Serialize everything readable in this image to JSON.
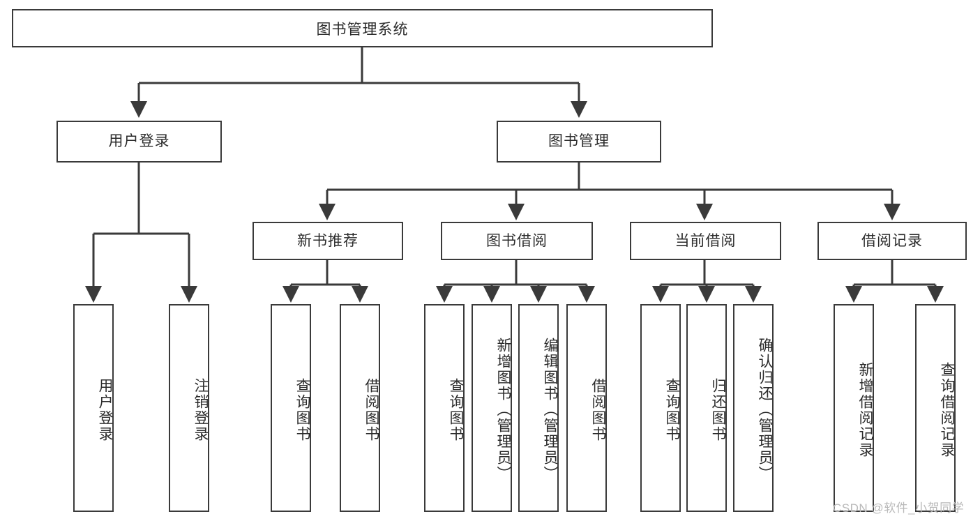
{
  "diagram": {
    "title": "图书管理系统",
    "type": "tree",
    "watermark": "CSDN @软件_小贺同学",
    "colors": {
      "box_border": "#3a3a3a",
      "box_fill": "#ffffff",
      "edge": "#3a3a3a",
      "text": "#2b2b2b",
      "watermark": "#b9b9b9"
    },
    "root": {
      "label": "图书管理系统"
    },
    "level2": [
      {
        "label": "用户登录"
      },
      {
        "label": "图书管理"
      }
    ],
    "level3": [
      {
        "label": "新书推荐"
      },
      {
        "label": "图书借阅"
      },
      {
        "label": "当前借阅"
      },
      {
        "label": "借阅记录"
      }
    ],
    "leaves": {
      "user_login": [
        {
          "label": "用户登录"
        },
        {
          "label": "注销登录"
        }
      ],
      "new_book_recommend": [
        {
          "label": "查询图书"
        },
        {
          "label": "借阅图书"
        }
      ],
      "book_borrow": [
        {
          "label": "查询图书"
        },
        {
          "label": "新增图书（管理员）"
        },
        {
          "label": "编辑图书（管理员）"
        },
        {
          "label": "借阅图书"
        }
      ],
      "current_borrow": [
        {
          "label": "查询图书"
        },
        {
          "label": "归还图书"
        },
        {
          "label": "确认归还（管理员）"
        }
      ],
      "borrow_record": [
        {
          "label": "新增借阅记录"
        },
        {
          "label": "查询借阅记录"
        }
      ]
    }
  }
}
